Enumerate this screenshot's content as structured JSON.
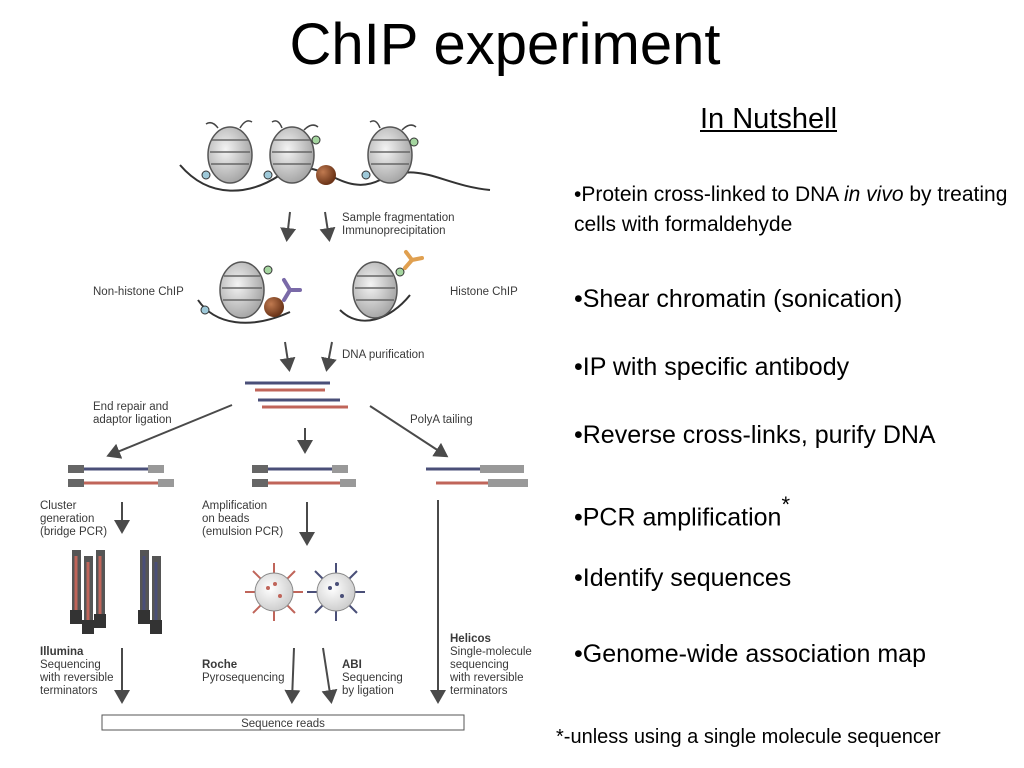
{
  "title": "ChIP experiment",
  "subtitle": "In Nutshell",
  "bullets": [
    {
      "pre": "•Protein cross-linked to DNA ",
      "em": "in vivo",
      "post": " by treating cells with formaldehyde"
    },
    {
      "text": "•Shear chromatin (sonication)"
    },
    {
      "text": "•IP with specific antibody"
    },
    {
      "text": "•Reverse cross-links, purify DNA"
    },
    {
      "text": "•PCR amplification",
      "sup": "*"
    },
    {
      "text": "•Identify sequences"
    },
    {
      "text": "•Genome-wide association map"
    }
  ],
  "footnote": "*-unless using a single molecule sequencer",
  "diagram": {
    "step1": [
      "Sample fragmentation",
      "Immunoprecipitation"
    ],
    "non_histone": "Non-histone ChIP",
    "histone": "Histone ChIP",
    "dna_purification": "DNA purification",
    "end_repair": [
      "End repair and",
      "adaptor ligation"
    ],
    "polya": "PolyA tailing",
    "cluster": [
      "Cluster",
      "generation",
      "(bridge PCR)"
    ],
    "amplification": [
      "Amplification",
      "on beads",
      "(emulsion PCR)"
    ],
    "illumina": {
      "name": "Illumina",
      "desc": [
        "Sequencing",
        "with reversible",
        "terminators"
      ]
    },
    "roche": {
      "name": "Roche",
      "desc": [
        "Pyrosequencing"
      ]
    },
    "abi": {
      "name": "ABI",
      "desc": [
        "Sequencing",
        "by ligation"
      ]
    },
    "helicos": {
      "name": "Helicos",
      "desc": [
        "Single-molecule",
        "sequencing",
        "with reversible",
        "terminators"
      ]
    },
    "sequence_reads": "Sequence reads"
  },
  "colors": {
    "red_strand": "#c0655a",
    "blue_strand": "#4a4f78",
    "arrow": "#4a4a4a",
    "protein": "#8b4a2a",
    "antibody": "#7a6aa8",
    "histone": "#d8d8d8"
  }
}
